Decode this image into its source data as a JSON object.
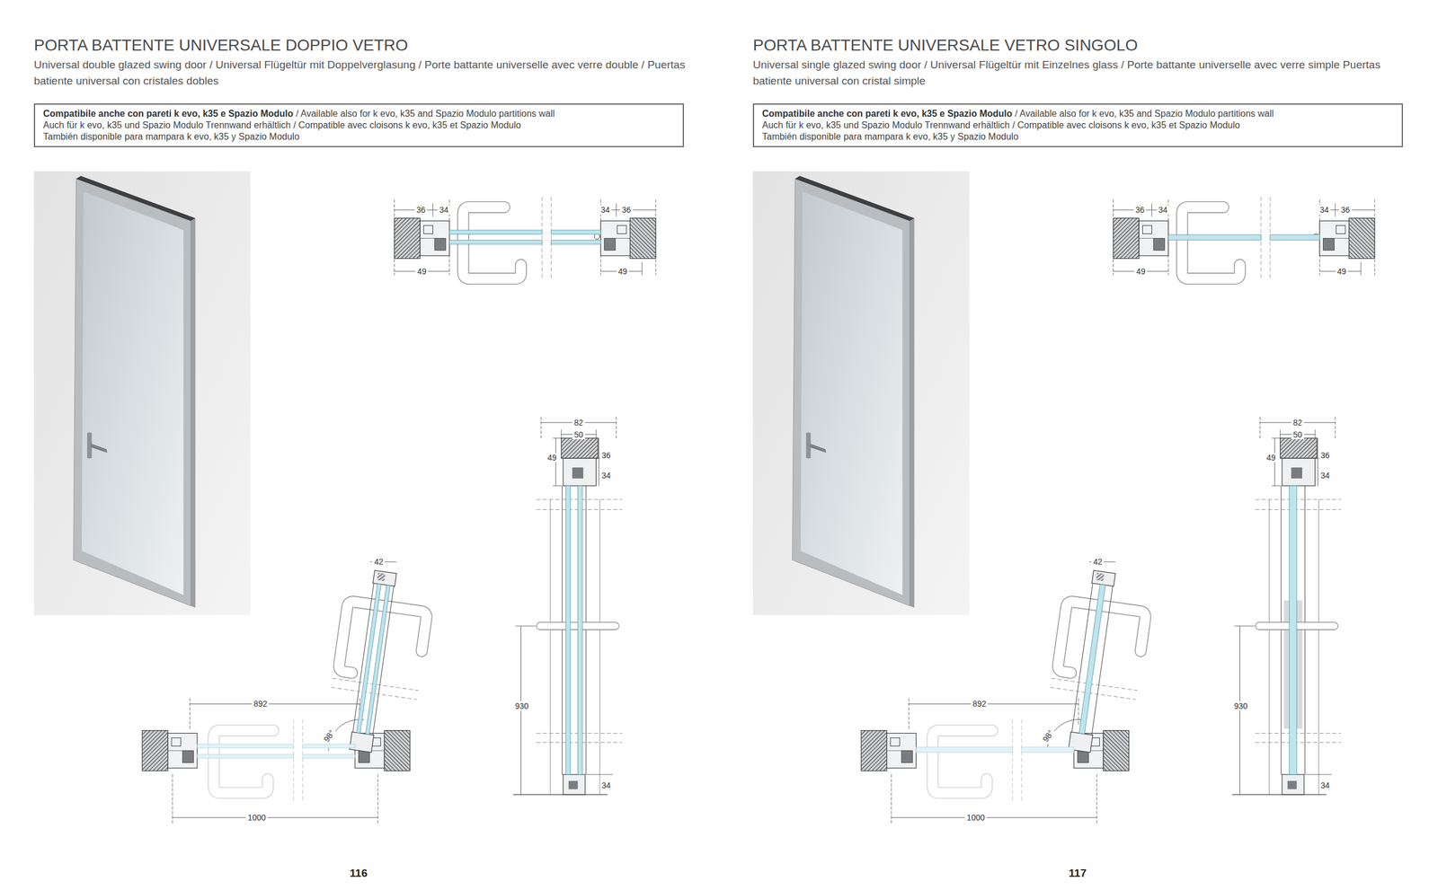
{
  "diagram": {
    "title": "PORTA BATTENTE UNIVERSALE DOPPIO VETRO",
    "nodes": [
      {
        "text": [
          "Compatibile anche con pareti k evo, k35 e Spazio Modulo",
          "/ Available also for k evo, k35 and Spazio Modulo partitions wall",
          "Auch für k evo, k35 und Spazio Modulo Trennwand erhältlich / Compatible avec cloisons k evo, k35 et Spazio Modulo",
          "También disponible para mampara k evo, k35 y Spazio Modulo"
        ]
      },
      {
        "text": [
          "Compatibile anche con pareti k evo, k35 e Spazio Modulo",
          "/ Available also for k evo, k35 and Spazio Modulo partitions wall",
          "Auch für k evo, k35 und Spazio Modulo Trennwand erhältlich / Compatible avec cloisons k evo, k35 et Spazio Modulo",
          "También disponible para mampara k evo, k35 y Spazio Modulo"
        ]
      }
    ],
    "labels": [
      "Universal double glazed swing door / Universal Flügeltür mit Doppelverglasung / Porte battante universelle avec verre double / Puertas batiente universal con cristales dobles",
      "36",
      "34",
      "34",
      "36",
      "49",
      "49",
      "82",
      "50",
      "49",
      "36",
      "34",
      "930",
      "34",
      "42",
      "892",
      "98°",
      "1000",
      "116",
      "PORTA BATTENTE UNIVERSALE VETRO SINGOLO",
      "Universal single glazed swing door / Universal Flügeltür mit Einzelnes glass / Porte battante universelle avec verre simple Puertas batiente universal con cristal simple",
      "36",
      "34",
      "34",
      "36",
      "49",
      "49",
      "82",
      "50",
      "49",
      "36",
      "34",
      "930",
      "34",
      "42",
      "892",
      "98°",
      "1000",
      "117"
    ]
  }
}
